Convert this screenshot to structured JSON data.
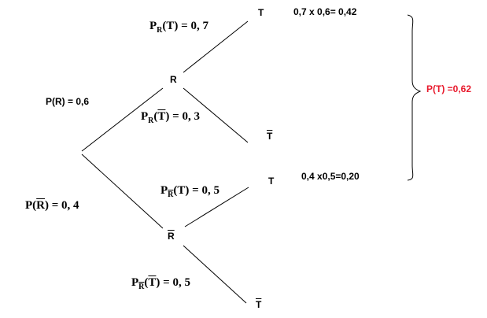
{
  "nodes": {
    "r": "R",
    "r_bar": "R",
    "t_upper": "T",
    "t_bar_upper": "T",
    "t_lower": "T",
    "t_bar_lower": "T"
  },
  "branches": {
    "p_r": "P(R) = 0,6",
    "p_r_bar_prefix": "P(",
    "p_r_bar_letter": "R",
    "p_r_bar_suffix": ") = 0, 4",
    "pr_t_p": "P",
    "pr_t_sub": "R",
    "pr_t_rest": "(T) = 0, 7",
    "pr_tbar_p": "P",
    "pr_tbar_sub": "R",
    "pr_tbar_open": "(",
    "pr_tbar_letter": "T",
    "pr_tbar_rest": ") = 0, 3",
    "prbar_t_p": "P",
    "prbar_t_sub": "R",
    "prbar_t_rest": "(T) = 0, 5",
    "prbar_tbar_p": "P",
    "prbar_tbar_sub": "R",
    "prbar_tbar_open": "(",
    "prbar_tbar_letter": "T",
    "prbar_tbar_rest": ") = 0, 5"
  },
  "results": {
    "upper": "0,7 x 0,6= 0,42",
    "lower": "0,4 x0,5=0,20",
    "total": "P(T) =0,62"
  },
  "colors": {
    "total": "#e8192c",
    "lines": "#000000"
  }
}
